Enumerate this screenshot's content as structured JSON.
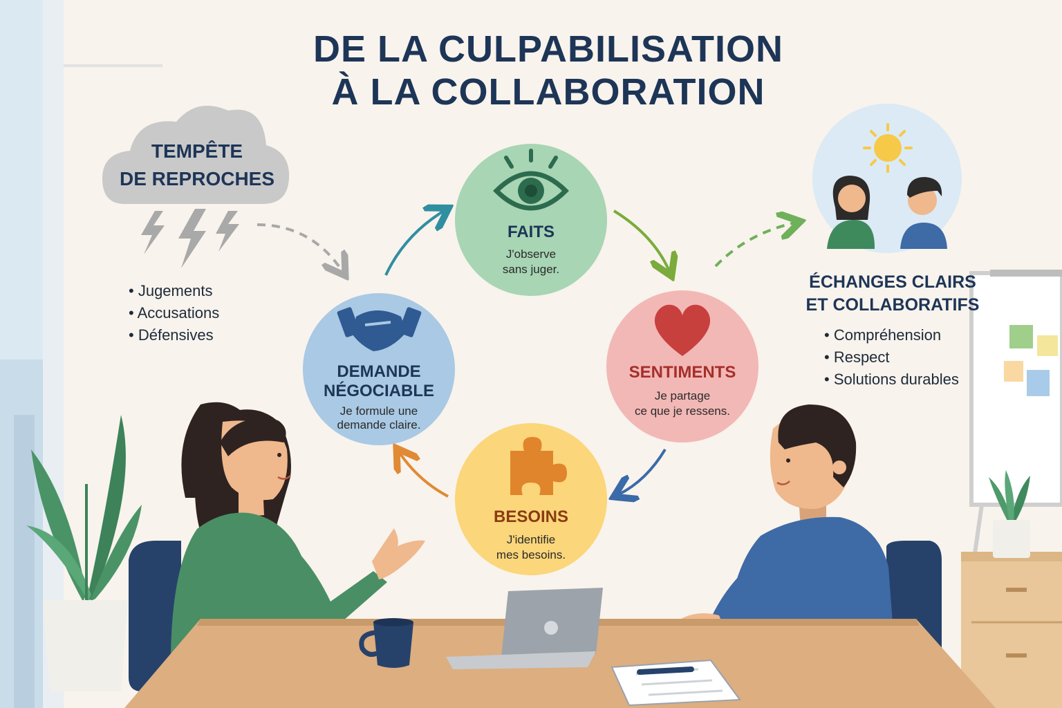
{
  "title": {
    "line1": "DE LA CULPABILISATION",
    "line2": "À LA COLLABORATION"
  },
  "storm": {
    "line1": "TEMPÊTE",
    "line2": "DE REPROCHES",
    "items": [
      "Jugements",
      "Accusations",
      "Défensives"
    ]
  },
  "cycle": {
    "faits": {
      "title": "FAITS",
      "line1": "J'observe",
      "line2": "sans juger."
    },
    "sentiments": {
      "title": "SENTIMENTS",
      "line1": "Je partage",
      "line2": "ce que je ressens."
    },
    "besoins": {
      "title": "BESOINS",
      "line1": "J'identifie",
      "line2": "mes besoins."
    },
    "demande": {
      "title1": "DEMANDE",
      "title2": "NÉGOCIABLE",
      "line1": "Je formule une",
      "line2": "demande claire."
    }
  },
  "outcome": {
    "line1": "ÉCHANGES CLAIRS",
    "line2": "ET COLLABORATIFS",
    "items": [
      "Compréhension",
      "Respect",
      "Solutions durables"
    ]
  },
  "colors": {
    "title": "#1d3557",
    "faits": "#a8d5b4",
    "sentiments": "#f2b8b6",
    "besoins": "#fbd67a",
    "demande": "#a9c9e4"
  }
}
